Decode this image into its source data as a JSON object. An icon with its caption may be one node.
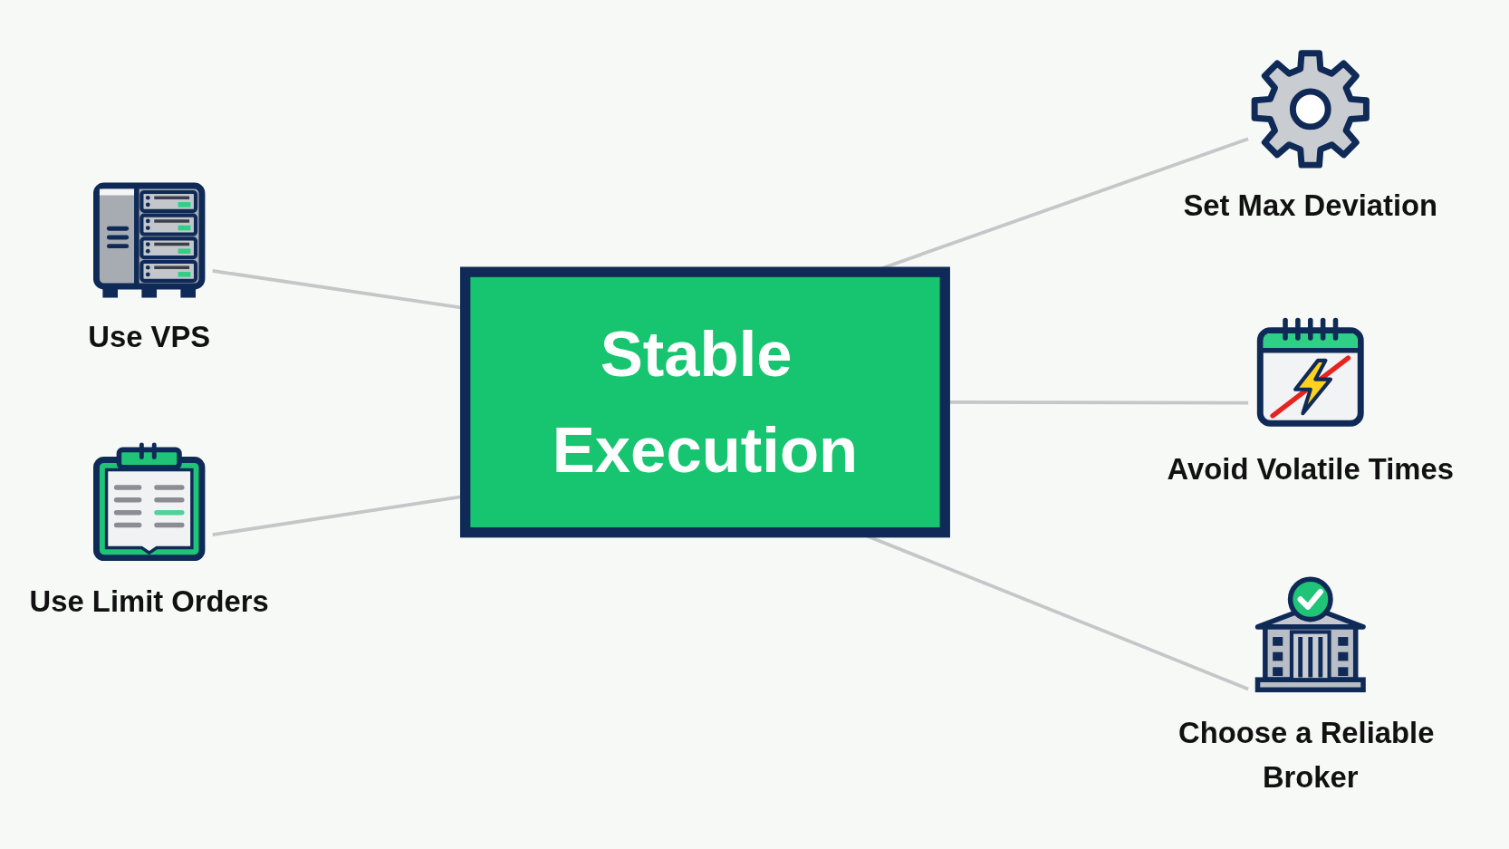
{
  "diagram": {
    "nodes": [
      {
        "text": [
          "Stable Execution"
        ]
      },
      {
        "text": [
          "Use VPS"
        ]
      },
      {
        "text": [
          "Use Limit Orders"
        ]
      },
      {
        "text": [
          "Set Max Deviation"
        ]
      },
      {
        "text": [
          "Avoid Volatile Times"
        ]
      },
      {
        "text": [
          "Choose a Reliable Broker"
        ]
      }
    ],
    "edges": [
      {
        "from": 1,
        "to": 0,
        "arrow": "none"
      },
      {
        "from": 2,
        "to": 0,
        "arrow": "none"
      },
      {
        "from": 0,
        "to": 3,
        "arrow": "none"
      },
      {
        "from": 0,
        "to": 4,
        "arrow": "none"
      },
      {
        "from": 0,
        "to": 5,
        "arrow": "none"
      }
    ]
  }
}
